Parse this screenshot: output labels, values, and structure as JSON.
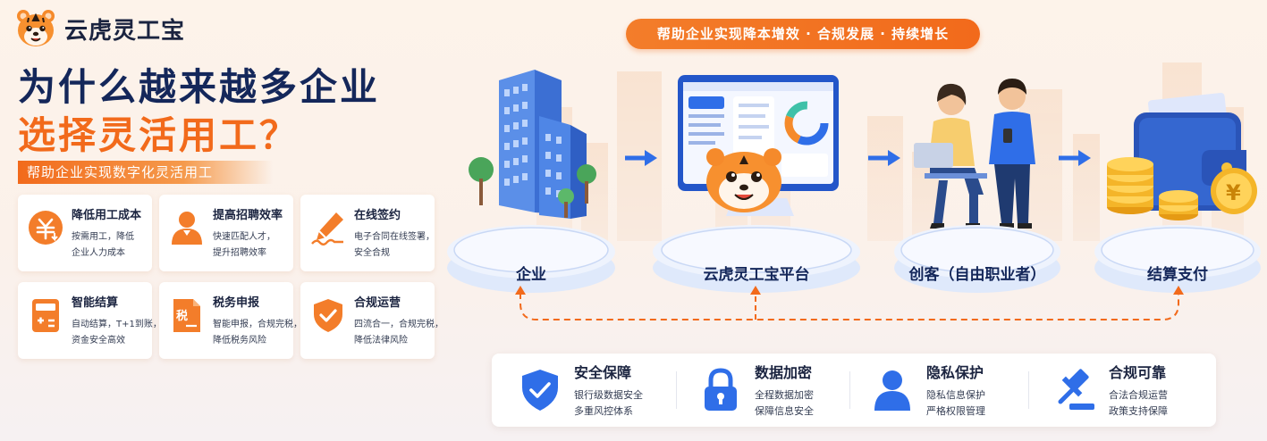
{
  "brand": {
    "name": "云虎灵工宝"
  },
  "headline": {
    "line1": "为什么越来越多企业",
    "line2": "选择灵活用工？"
  },
  "sub_banner": "帮助企业实现数字化灵活用工",
  "features": [
    {
      "title": "降低用工成本",
      "desc1": "按需用工，降低",
      "desc2": "企业人力成本",
      "icon": "cost-down-icon"
    },
    {
      "title": "提高招聘效率",
      "desc1": "快速匹配人才，",
      "desc2": "提升招聘效率",
      "icon": "person-icon"
    },
    {
      "title": "在线签约",
      "desc1": "电子合同在线签署，",
      "desc2": "安全合规",
      "icon": "pen-sign-icon"
    },
    {
      "title": "智能结算",
      "desc1": "自动结算，T+1到账，",
      "desc2": "资金安全高效",
      "icon": "calculator-icon"
    },
    {
      "title": "税务申报",
      "desc1": "智能申报，合规完税，",
      "desc2": "降低税务风险",
      "icon": "tax-document-icon"
    },
    {
      "title": "合规运营",
      "desc1": "四流合一，合规完税，",
      "desc2": "降低法律风险",
      "icon": "shield-check-icon"
    }
  ],
  "pill": "帮助企业实现降本增效 · 合规发展 · 持续增长",
  "flow": [
    {
      "label": "企业",
      "icon": "office-building-icon"
    },
    {
      "label": "云虎灵工宝平台",
      "icon": "platform-monitor-icon"
    },
    {
      "label": "创客（自由职业者）",
      "icon": "freelancers-icon"
    },
    {
      "label": "结算支付",
      "icon": "wallet-coins-icon"
    }
  ],
  "trust": [
    {
      "title": "安全保障",
      "desc1": "银行级数据安全",
      "desc2": "多重风控体系",
      "icon": "shield-check-icon"
    },
    {
      "title": "数据加密",
      "desc1": "全程数据加密",
      "desc2": "保障信息安全",
      "icon": "lock-icon"
    },
    {
      "title": "隐私保护",
      "desc1": "隐私信息保护",
      "desc2": "严格权限管理",
      "icon": "user-icon"
    },
    {
      "title": "合规可靠",
      "desc1": "合法合规运营",
      "desc2": "政策支持保障",
      "icon": "gavel-icon"
    }
  ],
  "colors": {
    "orange": "#f26a1b",
    "navy": "#14275a",
    "blue": "#1f6fe8"
  }
}
